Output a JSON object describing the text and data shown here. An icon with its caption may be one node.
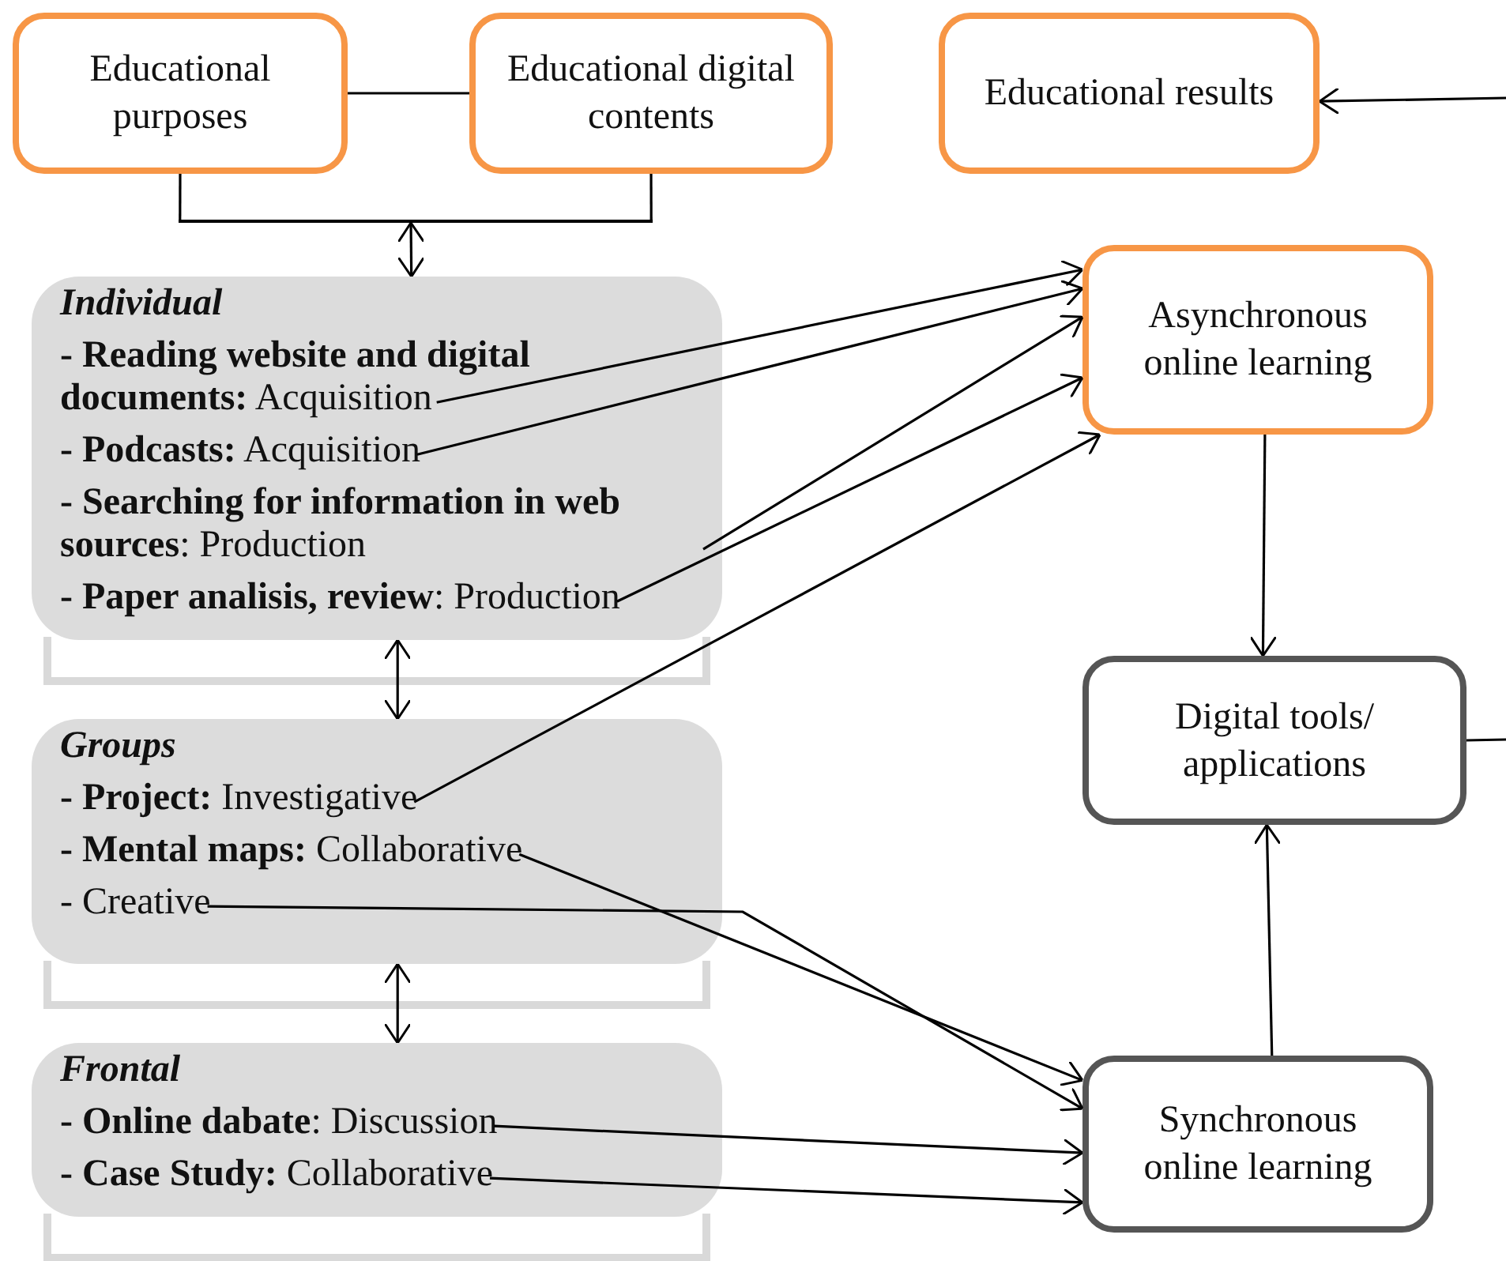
{
  "diagram": {
    "nodes": [
      {
        "text": [
          "Educational purposes"
        ]
      },
      {
        "text": [
          "Educational digital contents"
        ]
      },
      {
        "text": [
          "Educational results"
        ]
      },
      {
        "text": [
          "Asynchronous online learning"
        ]
      },
      {
        "text": [
          "Individual"
        ]
      },
      {
        "text": [
          "**- Reading website and digital documents:** Acquisition"
        ],
        "in": 4
      },
      {
        "text": [
          "**- Podcasts:** Acquisition"
        ],
        "in": 4
      },
      {
        "text": [
          "**- Searching for information in web sources**: Production"
        ],
        "in": 4
      },
      {
        "text": [
          "**- Paper analisis, review**: Production"
        ],
        "in": 4
      },
      {
        "text": [
          "Groups"
        ]
      },
      {
        "text": [
          "**- Project:** Investigative"
        ],
        "in": 9
      },
      {
        "text": [
          "**- Mental maps:** Collaborative"
        ],
        "in": 9
      },
      {
        "text": [
          "- Creative"
        ],
        "in": 9
      },
      {
        "text": [
          "Frontal"
        ]
      },
      {
        "text": [
          "**- Online dabate**: Discussion"
        ],
        "in": 13
      },
      {
        "text": [
          "**- Case Study:** Collaborative"
        ],
        "in": 13
      },
      {
        "text": [
          "Digital tools/ applications"
        ]
      },
      {
        "text": [
          "Synchronous online learning"
        ]
      },
      {
        "text": [],
        "shape": "bar"
      }
    ],
    "edges": [
      {
        "from": 0,
        "to": 1,
        "arrow": "none"
      },
      {
        "from": 0,
        "to": 18,
        "arrow": "none"
      },
      {
        "from": 1,
        "to": 18,
        "arrow": "none"
      },
      {
        "from": 4,
        "to": 9,
        "arrow": "both"
      },
      {
        "from": 9,
        "to": 13,
        "arrow": "both"
      },
      {
        "from": 5,
        "to": 3,
        "arrow": "to"
      },
      {
        "from": 6,
        "to": 3,
        "arrow": "to"
      },
      {
        "from": 7,
        "to": 3,
        "arrow": "to"
      },
      {
        "from": 8,
        "to": 3,
        "arrow": "to"
      },
      {
        "from": 10,
        "to": 3,
        "arrow": "to"
      },
      {
        "from": 11,
        "to": 17,
        "arrow": "to"
      },
      {
        "from": 12,
        "to": 17,
        "arrow": "to"
      },
      {
        "from": 14,
        "to": 17,
        "arrow": "to"
      },
      {
        "from": 15,
        "to": 17,
        "arrow": "to"
      },
      {
        "from": 3,
        "to": 16,
        "arrow": "to"
      },
      {
        "from": 17,
        "to": 16,
        "arrow": "to"
      },
      {
        "from": null,
        "to": 2,
        "arrow": "to"
      },
      {
        "from": 16,
        "to": null,
        "arrow": "none"
      },
      {
        "from": 18,
        "to": 4,
        "arrow": "both"
      }
    ]
  }
}
